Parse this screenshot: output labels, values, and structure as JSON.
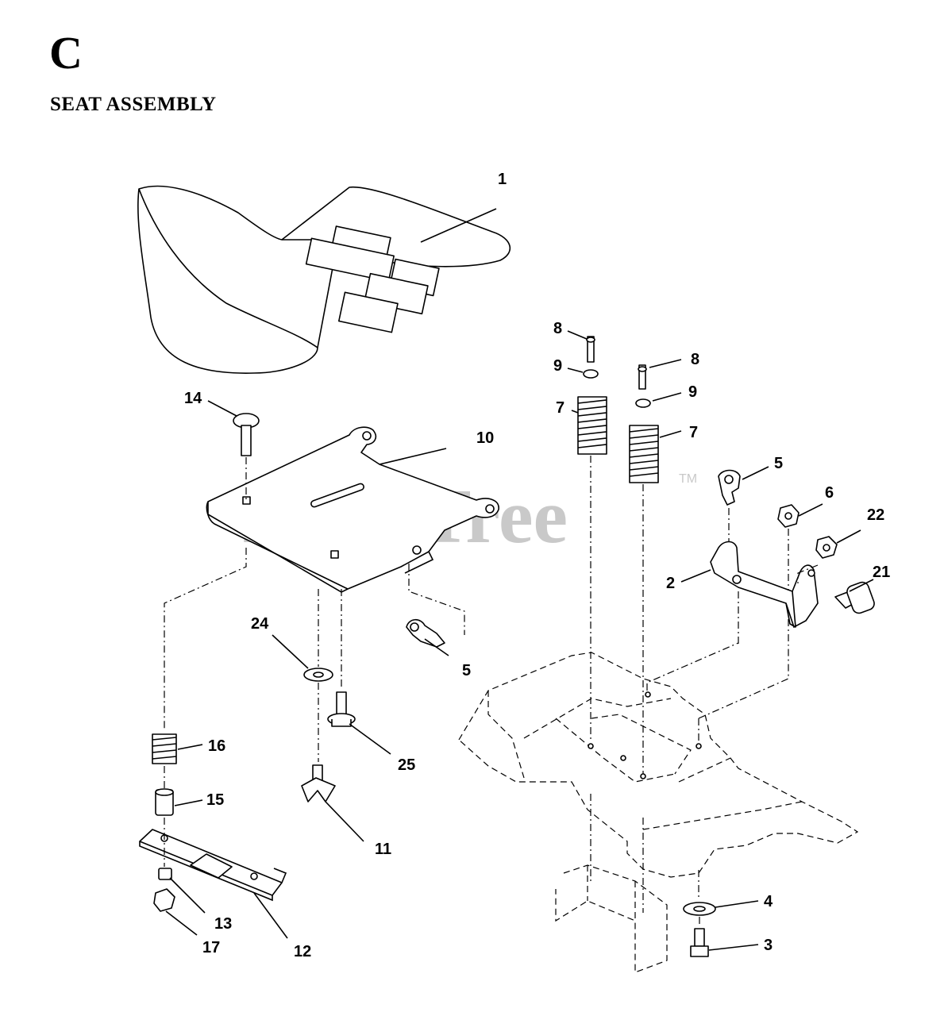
{
  "header": {
    "section_letter": "C",
    "title": "SEAT ASSEMBLY"
  },
  "watermark": {
    "text": "PartsTree",
    "trademark": "TM"
  },
  "callouts": [
    {
      "id": "c1",
      "label": "1"
    },
    {
      "id": "c10",
      "label": "10"
    },
    {
      "id": "c14",
      "label": "14"
    },
    {
      "id": "c8a",
      "label": "8"
    },
    {
      "id": "c9a",
      "label": "9"
    },
    {
      "id": "c7a",
      "label": "7"
    },
    {
      "id": "c8b",
      "label": "8"
    },
    {
      "id": "c9b",
      "label": "9"
    },
    {
      "id": "c7b",
      "label": "7"
    },
    {
      "id": "c5a",
      "label": "5"
    },
    {
      "id": "c6",
      "label": "6"
    },
    {
      "id": "c22",
      "label": "22"
    },
    {
      "id": "c2",
      "label": "2"
    },
    {
      "id": "c21",
      "label": "21"
    },
    {
      "id": "c24",
      "label": "24"
    },
    {
      "id": "c5b",
      "label": "5"
    },
    {
      "id": "c16",
      "label": "16"
    },
    {
      "id": "c25",
      "label": "25"
    },
    {
      "id": "c15",
      "label": "15"
    },
    {
      "id": "c11",
      "label": "11"
    },
    {
      "id": "c13",
      "label": "13"
    },
    {
      "id": "c17",
      "label": "17"
    },
    {
      "id": "c12",
      "label": "12"
    },
    {
      "id": "c4",
      "label": "4"
    },
    {
      "id": "c3",
      "label": "3"
    }
  ],
  "colors": {
    "ink": "#000000",
    "watermark": "#c9c9c9",
    "background": "#ffffff"
  }
}
